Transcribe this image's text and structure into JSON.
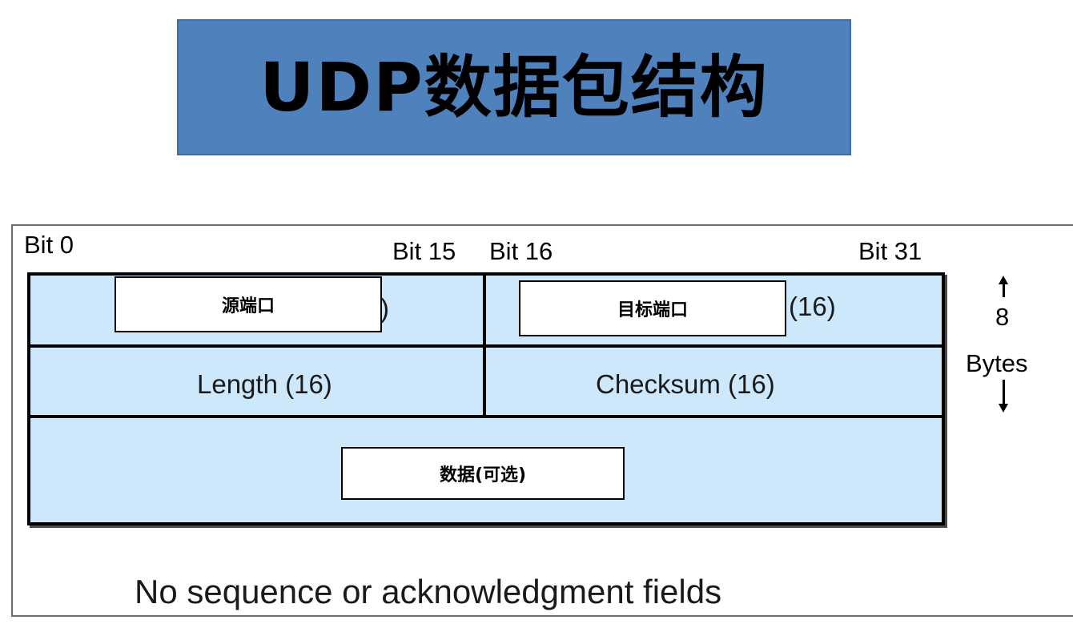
{
  "title": "UDP数据包结构",
  "bits": {
    "bit0": "Bit 0",
    "bit15": "Bit 15",
    "bit16": "Bit 16",
    "bit31": "Bit 31"
  },
  "fields": {
    "source_port": {
      "label": "源端口",
      "visible_suffix": ")"
    },
    "destination_port": {
      "label": "目标端口",
      "visible_suffix": "(16)"
    },
    "length": "Length (16)",
    "checksum": "Checksum (16)",
    "data": {
      "label": "数据(可选)"
    }
  },
  "header_size": {
    "value": "8",
    "unit": "Bytes"
  },
  "footer": "No sequence or acknowledgment fields",
  "colors": {
    "title_bg": "#4f81bd",
    "field_bg": "#cce8fa",
    "line": "#000000"
  }
}
